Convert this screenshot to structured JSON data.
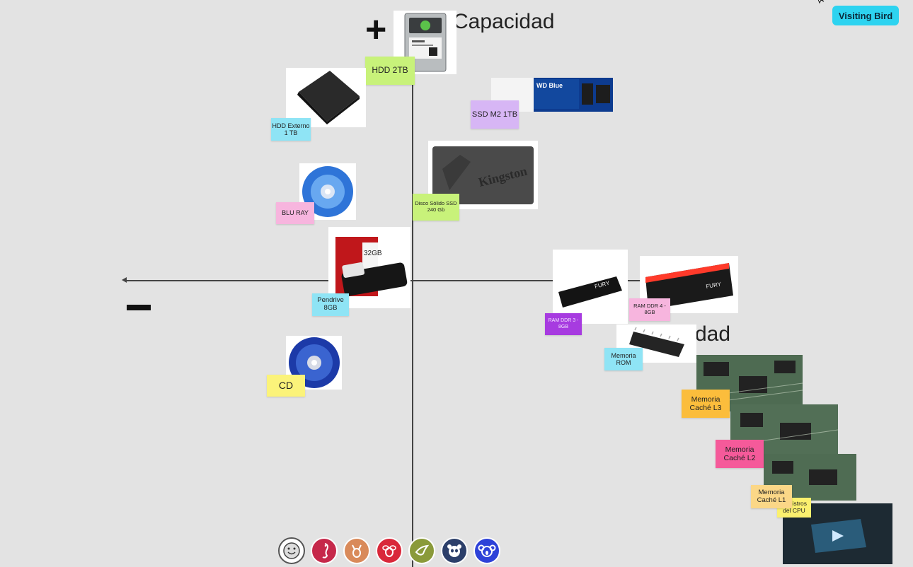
{
  "axes": {
    "plus": "+",
    "minus": "",
    "title_top": "Capacidad",
    "title_right": "dad"
  },
  "badge": {
    "visiting": "Visiting Bird"
  },
  "stickies": {
    "hdd2tb": "HDD 2TB",
    "ssdm2": "SSD M2 1TB",
    "hddext": "HDD Externo 1 TB",
    "bluray": "BLU RAY",
    "ssd240": "Disco Sólido SSD 240 Gb",
    "pendrive": "Pendrive 8GB",
    "ram3": "RAM DDR 3 - 8GB",
    "ram4": "RAM DDR 4 - 8GB",
    "rom": "Memoria ROM",
    "cd": "CD",
    "l3": "Memoria Caché L3",
    "l2": "Memoria Caché L2",
    "l1": "Memoria Caché L1",
    "registros": "Registros del CPU"
  },
  "card_labels": {
    "wd_brand": "WD Blue",
    "kingston": "Kingston",
    "usb": "32GB",
    "fury": "FURY"
  },
  "colors": {
    "green": "#c8f27a",
    "purple": "#d7b6f5",
    "cyan": "#8fe4f5",
    "pink": "#f7b5de",
    "violet": "#a73be0",
    "yellow": "#fbf37a",
    "orange": "#fbbd3c",
    "magenta": "#f55a9a",
    "lightorange": "#fbd787",
    "lightyellow": "#fbf06e"
  },
  "avatars": [
    "smile-icon",
    "seahorse-icon",
    "goat-icon",
    "bee-icon",
    "bird-icon",
    "panda-icon",
    "koala-icon"
  ]
}
